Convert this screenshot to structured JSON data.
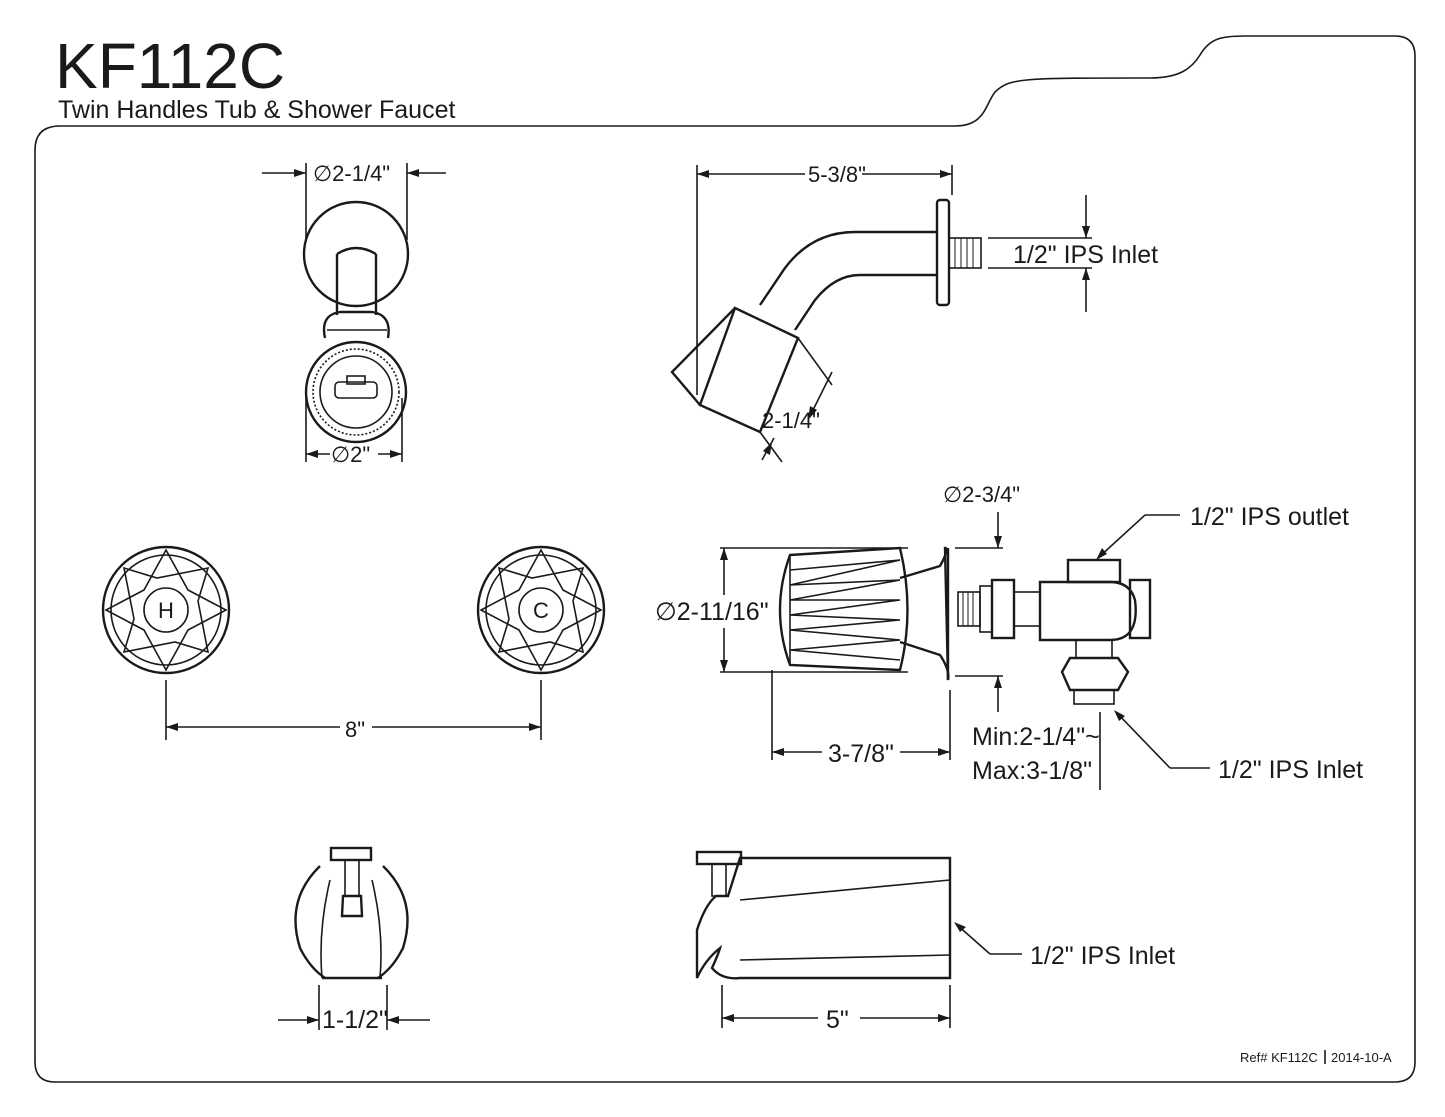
{
  "header": {
    "model": "KF112C",
    "subtitle": "Twin Handles Tub & Shower Faucet"
  },
  "showerhead_front": {
    "flange_dia": "∅2-1/4\"",
    "head_dia": "∅2\""
  },
  "showerhead_side": {
    "arm_length": "5-3/8\"",
    "inlet": "1/2\" IPS Inlet",
    "head_size": "2-1/4\""
  },
  "handles": {
    "hot_mark": "H",
    "cold_mark": "C",
    "spacing": "8\""
  },
  "valve_side": {
    "escutcheon_dia": "∅2-3/4\"",
    "handle_dia": "∅2-11/16\"",
    "handle_length": "3-7/8\"",
    "outlet": "1/2\" IPS outlet",
    "inlet": "1/2\" IPS Inlet",
    "depth_min": "Min:2-1/4\"~",
    "depth_max": "Max:3-1/8\""
  },
  "spout_front": {
    "width": "1-1/2\""
  },
  "spout_side": {
    "length": "5\"",
    "inlet": "1/2\" IPS Inlet"
  },
  "footer": {
    "ref": "Ref# KF112C",
    "date": "2014-10-A"
  }
}
